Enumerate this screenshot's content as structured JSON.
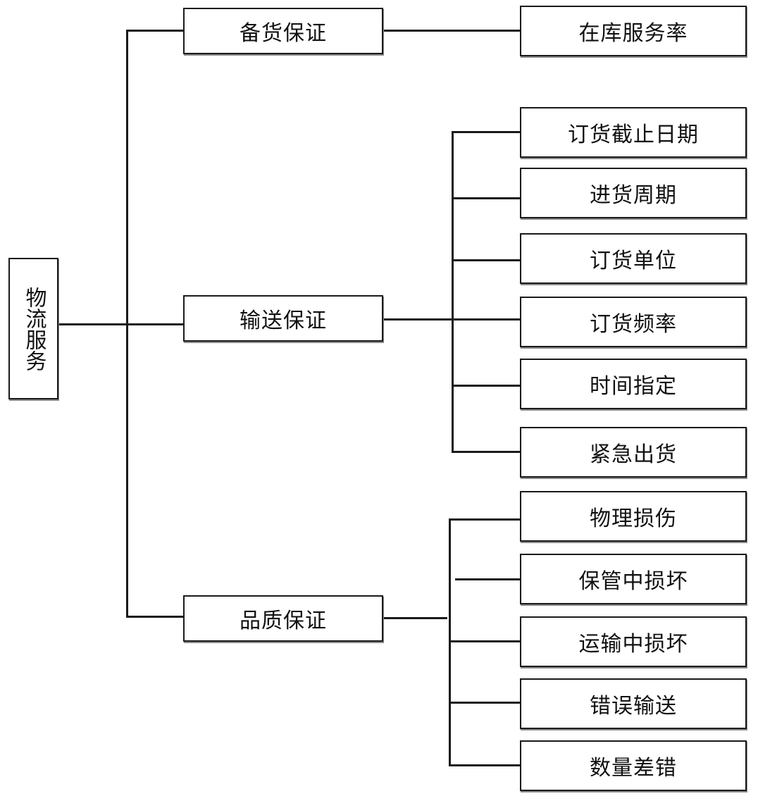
{
  "root": {
    "label": "物流服务"
  },
  "branches": [
    {
      "label": "备货保证",
      "children": [
        "在库服务率"
      ]
    },
    {
      "label": "输送保证",
      "children": [
        "订货截止日期",
        "进货周期",
        "订货单位",
        "订货频率",
        "时间指定",
        "紧急出货"
      ]
    },
    {
      "label": "品质保证",
      "children": [
        "物理损伤",
        "保管中损坏",
        "运输中损坏",
        "错误输送",
        "数量差错"
      ]
    }
  ]
}
